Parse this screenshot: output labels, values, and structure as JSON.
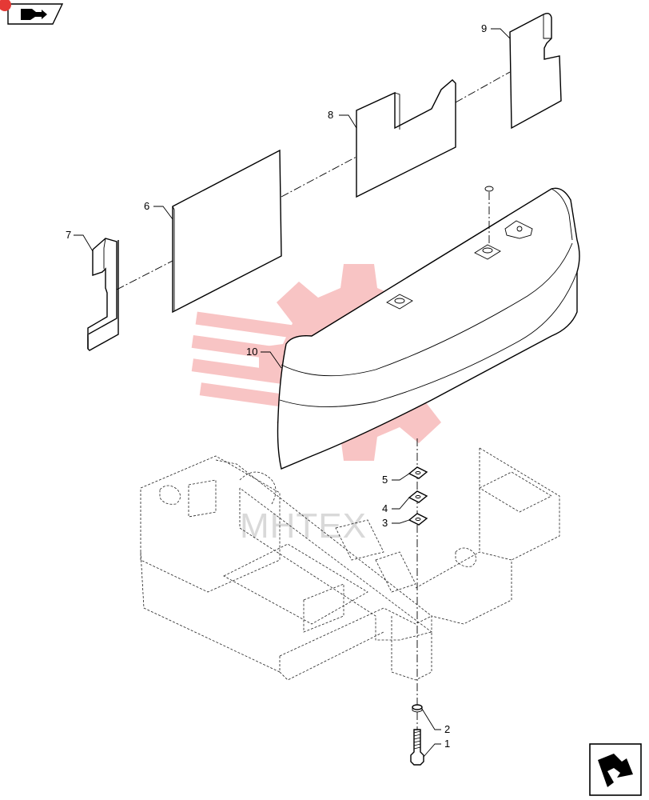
{
  "diagram": {
    "callouts": {
      "c1": "1",
      "c2": "2",
      "c3": "3",
      "c4": "4",
      "c5": "5",
      "c6": "6",
      "c7": "7",
      "c8": "8",
      "c9": "9",
      "c10": "10"
    },
    "watermark_text": "MHTEX",
    "watermark_color": "#e53935",
    "nav_icons": [
      "back-arrow-icon",
      "forward-arrow-icon"
    ]
  }
}
